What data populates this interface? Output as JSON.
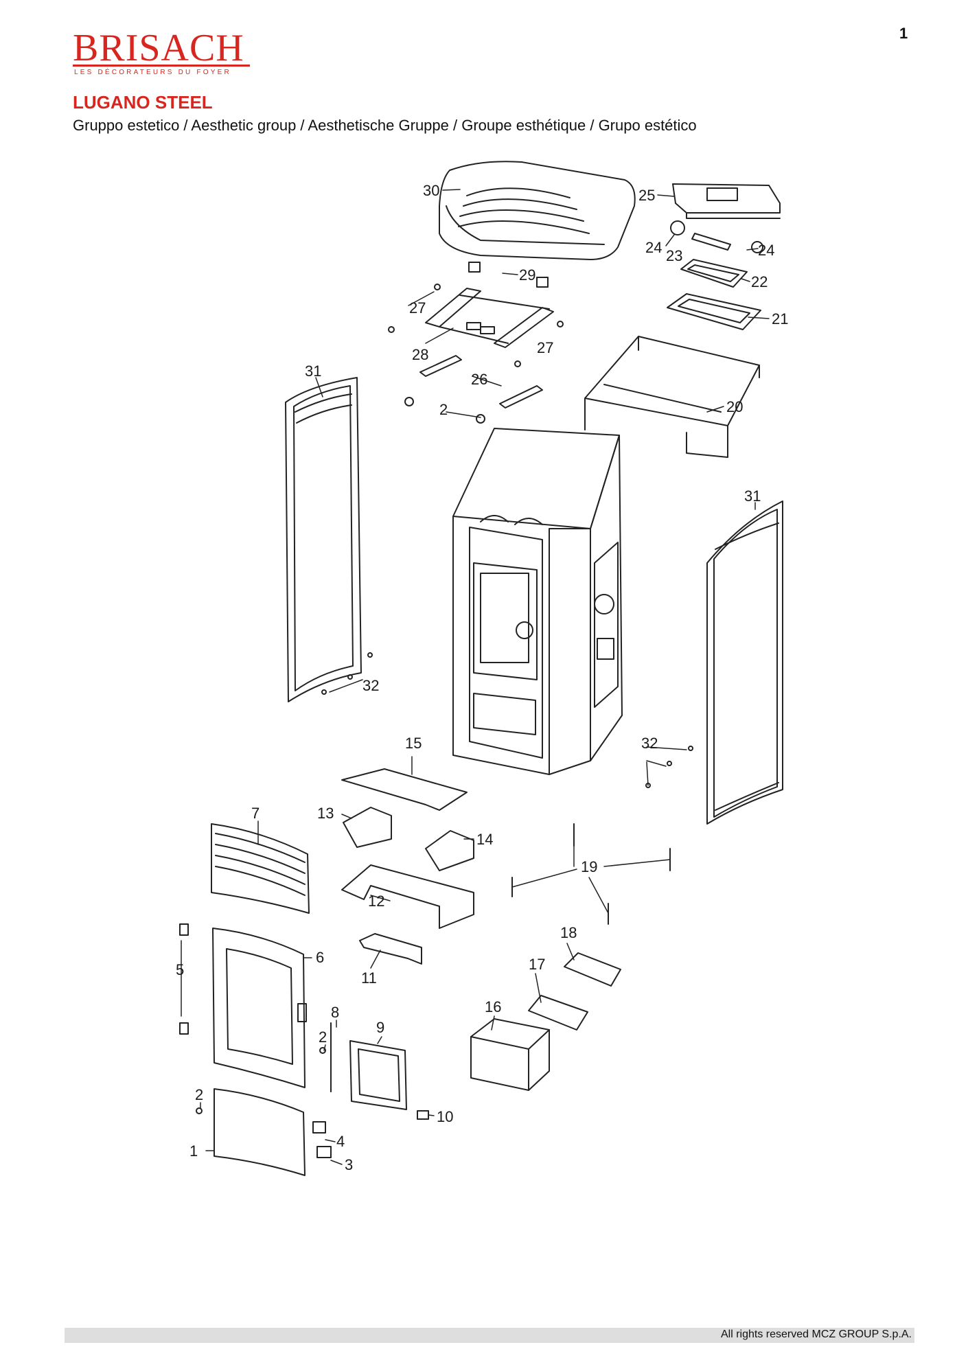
{
  "header": {
    "brand": "BRISACH",
    "tagline": "LES DÉCORATEURS DU FOYER",
    "page_number": "1",
    "title": "LUGANO STEEL",
    "subtitle": "Gruppo estetico / Aesthetic group / Aesthetische Gruppe / Groupe esthétique / Grupo estético"
  },
  "labels": {
    "p1": "1",
    "p2a": "2",
    "p2b": "2",
    "p2c": "2",
    "p3": "3",
    "p4": "4",
    "p5": "5",
    "p6": "6",
    "p7": "7",
    "p8": "8",
    "p9": "9",
    "p10": "10",
    "p11": "11",
    "p12": "12",
    "p13": "13",
    "p14": "14",
    "p15": "15",
    "p16": "16",
    "p17": "17",
    "p18": "18",
    "p19": "19",
    "p20": "20",
    "p21": "21",
    "p22": "22",
    "p23": "23",
    "p24a": "24",
    "p24b": "24",
    "p25": "25",
    "p26": "26",
    "p27a": "27",
    "p27b": "27",
    "p28": "28",
    "p29": "29",
    "p30": "30",
    "p31a": "31",
    "p31b": "31",
    "p32a": "32",
    "p32b": "32"
  },
  "footer": {
    "copyright": "All rights reserved MCZ GROUP S.p.A."
  },
  "colors": {
    "brand_red": "#d8261f",
    "line": "#222222",
    "footer_bar": "#dedede"
  }
}
